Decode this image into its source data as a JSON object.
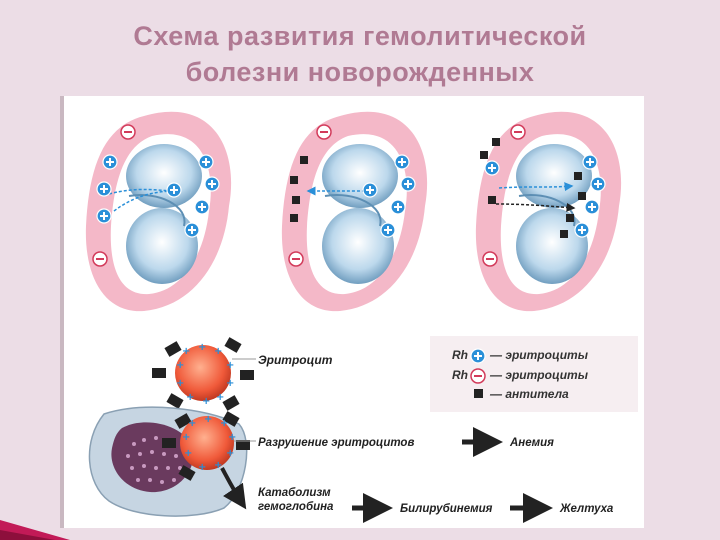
{
  "slide": {
    "title_line1": "Схема развития гемолитической",
    "title_line2": "болезни новорожденных"
  },
  "labels": {
    "erythrocyte": "Эритроцит",
    "destruction": "Разрушение эритроцитов",
    "anemia": "Анемия",
    "catabolism_line1": "Катаболизм",
    "catabolism_line2": "гемоглобина",
    "bilirubinemia": "Билирубинемия",
    "jaundice": "Желтуха"
  },
  "legend": {
    "rh_label": "Rh",
    "plus_text": "— эритроциты",
    "minus_text": "— эритроциты",
    "antibody_text": "— антитела"
  },
  "colors": {
    "title": "#b07a93",
    "uterus": "#f4b8c8",
    "fetus": "#bcd8ec",
    "rh_plus": "#2a8fd8",
    "antibody": "#222222",
    "cell": "#f05a3a",
    "arrow": "#2a8fd8"
  }
}
